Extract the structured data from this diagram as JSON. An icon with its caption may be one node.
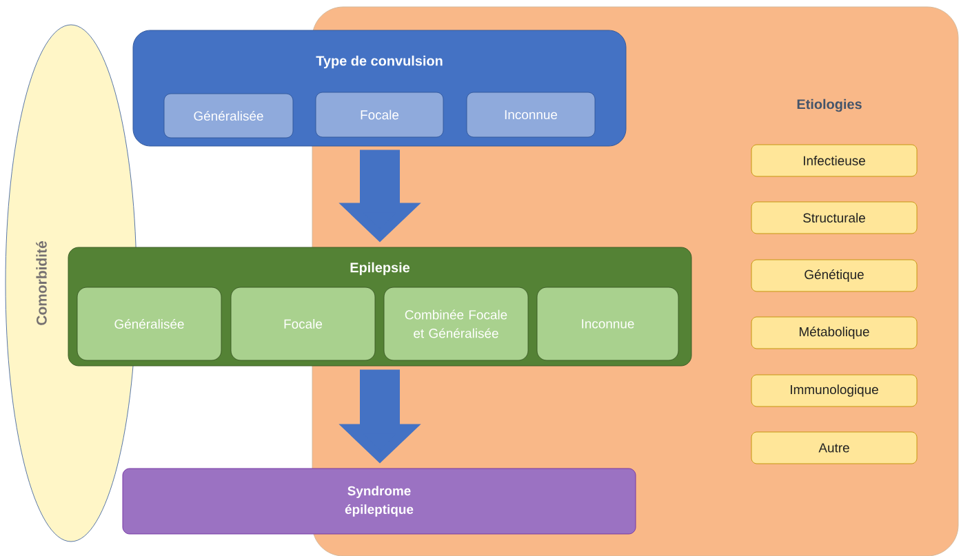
{
  "diagram": {
    "nodes": [
      {
        "text": [
          "Comorbidité"
        ]
      },
      {
        "text": [
          "Etiologies"
        ]
      },
      {
        "text": [
          "Type de convulsion"
        ]
      },
      {
        "text": [
          "Généralisée"
        ],
        "in": 2
      },
      {
        "text": [
          "Focale"
        ]
      },
      {
        "text": [
          "Inconnue"
        ]
      },
      {
        "text": [
          "Epilepsie"
        ]
      },
      {
        "text": [
          "Généralisée"
        ],
        "in": 6
      },
      {
        "text": [
          "Focale"
        ],
        "in": 6
      },
      {
        "text": [
          "Combinée Focale et Généralisée"
        ]
      },
      {
        "text": [
          "Inconnue"
        ]
      },
      {
        "text": [
          "Syndrome épileptique"
        ]
      },
      {
        "text": [
          "Infectieuse"
        ],
        "in": 1
      },
      {
        "text": [
          "Structurale"
        ],
        "in": 1
      },
      {
        "text": [
          "Génétique"
        ],
        "in": 1
      },
      {
        "text": [
          "Métabolique"
        ],
        "in": 1
      },
      {
        "text": [
          "Immunologique"
        ],
        "in": 1
      },
      {
        "text": [
          "Autre"
        ],
        "in": 1
      }
    ],
    "edges": [
      {
        "from": 2,
        "to": 6,
        "arrow": "to"
      },
      {
        "from": 6,
        "to": 11,
        "arrow": "to"
      }
    ]
  }
}
